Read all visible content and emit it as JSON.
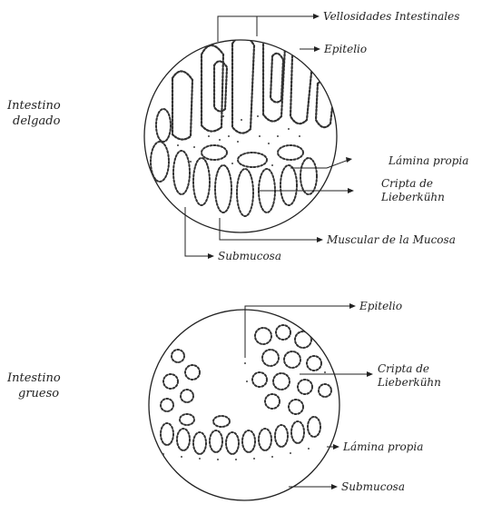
{
  "diagrams": [
    {
      "side_label": [
        "Intestino",
        "delgado"
      ],
      "annotations": [
        "Vellosidades Intestinales",
        "Epitelio",
        "Lámina propia",
        "Cripta de",
        "Lieberkühn",
        "Muscular de la Mucosa",
        "Submucosa"
      ]
    },
    {
      "side_label": [
        "Intestino",
        "grueso"
      ],
      "annotations": [
        "Epitelio",
        "Cripta de",
        "Lieberkühn",
        "Lámina propia",
        "Submucosa"
      ]
    }
  ]
}
